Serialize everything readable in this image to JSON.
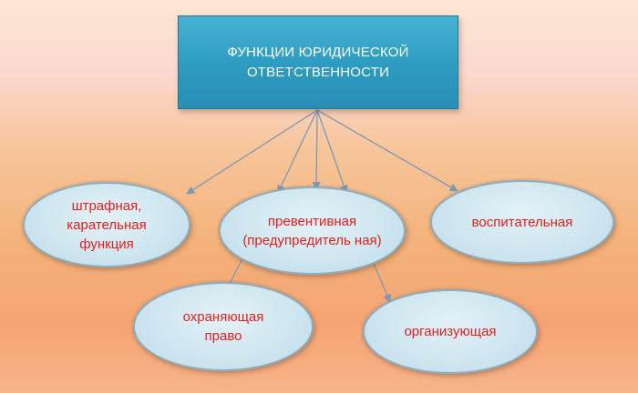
{
  "diagram": {
    "title": "ФУНКЦИИ ЮРИДИЧЕСКОЙ ОТВЕТСТВЕННОСТИ",
    "nodes": [
      {
        "id": "n1",
        "label": "штрафная, карательная функция"
      },
      {
        "id": "n2",
        "label": "превентивная (предупредитель ная)"
      },
      {
        "id": "n3",
        "label": "воспитательная"
      },
      {
        "id": "n4",
        "label": "охраняющая право"
      },
      {
        "id": "n5",
        "label": "организующая"
      }
    ],
    "colors": {
      "title_box": "#2d9bc1",
      "title_text": "#ffffff",
      "node_fill": "#cfe6f0",
      "node_border": "#8faebd",
      "node_text": "#e02020",
      "connector": "#7f98b4"
    }
  }
}
